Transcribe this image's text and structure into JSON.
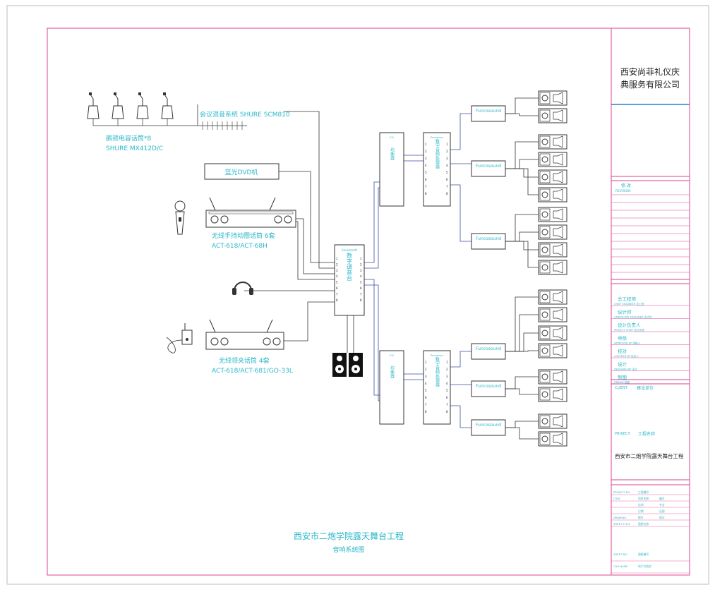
{
  "company": {
    "name_line1": "西安尚菲礼仪庆",
    "name_line2": "典服务有限公司"
  },
  "revision": {
    "label": "修 改",
    "sublabel": "REVISION"
  },
  "approvals": [
    {
      "cn": "总工程师",
      "en": "CHIEF ENGINEER 总工程"
    },
    {
      "cn": "设计师",
      "en": "LANDSCAPE DESIGNER 设计师"
    },
    {
      "cn": "设计负责人",
      "en": "PROJECT CHIEF 设计负责"
    },
    {
      "cn": "审核",
      "en": "APPROVED BY 审核人"
    },
    {
      "cn": "校对",
      "en": "CHECKED BY 校对人"
    },
    {
      "cn": "设计",
      "en": "DESIGNED BY 设计"
    },
    {
      "cn": "制图",
      "en": "DRAWN 制图"
    }
  ],
  "client": {
    "label": "CLIENT:",
    "value": "建设单位"
  },
  "project": {
    "label": "PROJECT:",
    "value": "工程名称",
    "name": "西安市二炮学院露天舞台工程"
  },
  "info_rows": [
    {
      "a": "PROJECT NO.",
      "b": "工程编号"
    },
    {
      "a": "ITEM",
      "b": "项目名称",
      "c": "编号"
    },
    {
      "a": "",
      "b": "比例",
      "c": "专业"
    },
    {
      "a": "",
      "b": "日期",
      "c": "出图"
    },
    {
      "a": "DRAWING",
      "b": "图号",
      "c": "版次"
    },
    {
      "a": "SHEET TITLE",
      "b": "图纸名称"
    }
  ],
  "footer_rows": [
    {
      "a": "SHEET NO.",
      "b": "图纸编号"
    },
    {
      "a": "CAD NAME",
      "b": "电子文档名"
    }
  ],
  "devices": {
    "conf_system": "会议混音系统 SHURE SCM810",
    "gooseneck_label1": "鹅颈电容话筒*8",
    "gooseneck_label2": "SHURE MX412D/C",
    "dvd": "蓝光DVD机",
    "wireless_hand1": "无线手持动圈话筒 6套",
    "wireless_hand2": "ACT-618/ACT-68H",
    "wireless_lav1": "无线领夹话筒 4套",
    "wireless_lav2": "ACT-618/ACT-681/GO-33L",
    "mixer_brand": "Soundcraft",
    "mixer_vertical": "数字调音台",
    "eq_top_vertical": "均衡器",
    "eq_bot_vertical": "均衡器",
    "eq_header": "EQ",
    "proc_header": "Processor",
    "proc_top_vertical": "数字音频处理器",
    "proc_bot_vertical": "数字音频处理器",
    "amp_brand": "Funcosound"
  },
  "title_block": {
    "line1": "西安市二炮学院露天舞台工程",
    "line2": "音响系统图"
  }
}
